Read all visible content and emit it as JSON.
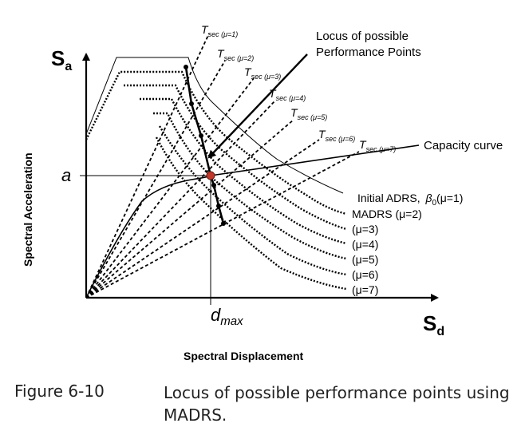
{
  "axes": {
    "y_symbol": "S",
    "y_sub": "a",
    "x_symbol": "S",
    "x_sub": "d",
    "y_title": "Spectral Acceleration",
    "x_title": "Spectral Displacement",
    "a_label": "a",
    "dmax_d": "d",
    "dmax_sub": "max"
  },
  "annotations": {
    "locus_line1": "Locus of possible",
    "locus_line2": "Performance Points",
    "capacity_curve": "Capacity curve",
    "initial_adrs_prefix": "Initial ADRS,",
    "initial_adrs_beta": "β",
    "initial_adrs_sub": "0",
    "initial_adrs_suffix": "(μ=1)"
  },
  "tsec_labels": [
    {
      "t": "T",
      "sub": "sec (μ=1)"
    },
    {
      "t": "T",
      "sub": "sec (μ=2)"
    },
    {
      "t": "T",
      "sub": "sec (μ=3)"
    },
    {
      "t": "T",
      "sub": "sec (μ=4)"
    },
    {
      "t": "T",
      "sub": "sec (μ=5)"
    },
    {
      "t": "T",
      "sub": "sec (μ=6)"
    },
    {
      "t": "T",
      "sub": "sec (μ=7)"
    }
  ],
  "madrs_labels": [
    "MADRS (μ=2)",
    "(μ=3)",
    "(μ=4)",
    "(μ=5)",
    "(μ=6)",
    "(μ=7)"
  ],
  "caption": {
    "figure": "Figure 6-10",
    "text": "Locus of possible performance points using MADRS."
  }
}
